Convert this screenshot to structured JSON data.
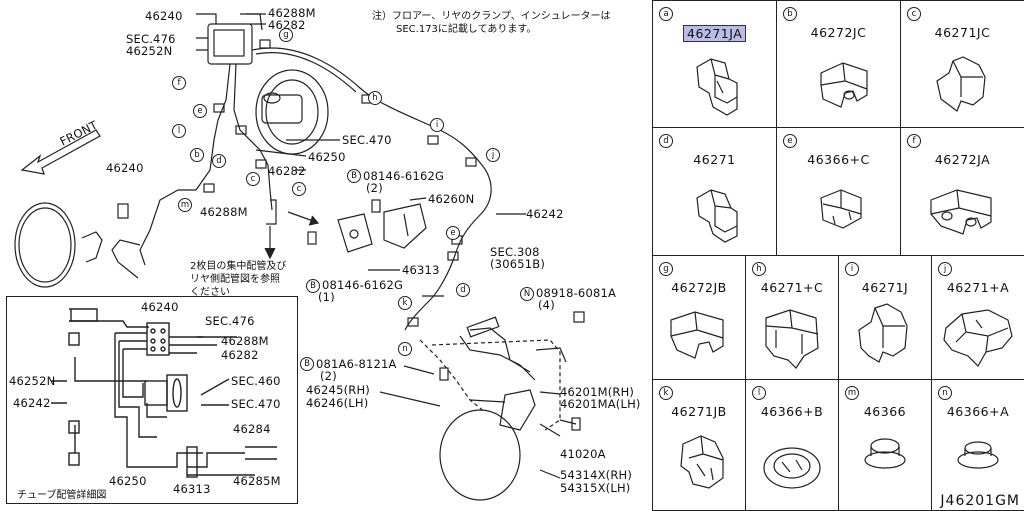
{
  "note": {
    "line1": "注）フロアー、リヤのクランプ、インシュレーターは",
    "line2": "SEC.173に記載してあります。"
  },
  "main_labels": {
    "p46240_top": "46240",
    "p46288M_top": "46288M",
    "p46282_top": "46282",
    "sec476": "SEC.476",
    "p46252N": "46252N",
    "sec470": "SEC.470",
    "p46250": "46250",
    "p46282_mid": "46282",
    "p46240_left": "46240",
    "p46288M_mid": "46288M",
    "bolt1": "08146-6162G",
    "bolt1_qty": "(2)",
    "p46260N": "46260N",
    "p46242": "46242",
    "p46313": "46313",
    "bolt2": "08146-6162G",
    "bolt2_qty": "(1)",
    "sec308": "SEC.308",
    "sec308_sub": "(30651B)",
    "nut": "08918-6081A",
    "nut_qty": "(4)",
    "bolt3": "081A6-8121A",
    "bolt3_qty": "(2)",
    "p46245": "46245(RH)",
    "p46246": "46246(LH)",
    "p46201M": "46201M(RH)",
    "p46201MA": "46201MA(LH)",
    "p41020A": "41020A",
    "p54314X": "54314X(RH)",
    "p54315X": "54315X(LH)",
    "front": "FRONT",
    "jp_note1": "2枚目の集中配管及び",
    "jp_note2": "リヤ側配管図を参照",
    "jp_note3": "ください",
    "bolt_prefix_B": "B",
    "bolt_prefix_N": "N"
  },
  "inset": {
    "p46240": "46240",
    "sec476": "SEC.476",
    "p46288M": "46288M",
    "p46282": "46282",
    "p46252N": "46252N",
    "sec460": "SEC.460",
    "p46242": "46242",
    "sec470": "SEC.470",
    "p46284": "46284",
    "p46250": "46250",
    "p46313": "46313",
    "p46285M": "46285M",
    "caption": "チューブ配管詳細図"
  },
  "callout_letters": [
    "a",
    "b",
    "c",
    "d",
    "e",
    "f",
    "g",
    "h",
    "i",
    "j",
    "k",
    "l",
    "m",
    "n"
  ],
  "parts_grid": [
    {
      "letter": "a",
      "part": "46271JA",
      "highlight": true
    },
    {
      "letter": "b",
      "part": "46272JC"
    },
    {
      "letter": "c",
      "part": "46271JC"
    },
    {
      "letter": "d",
      "part": "46271"
    },
    {
      "letter": "e",
      "part": "46366+C"
    },
    {
      "letter": "f",
      "part": "46272JA"
    },
    {
      "letter": "g",
      "part": "46272JB"
    },
    {
      "letter": "h",
      "part": "46271+C"
    },
    {
      "letter": "i",
      "part": "46271J"
    },
    {
      "letter": "j",
      "part": "46271+A"
    },
    {
      "letter": "k",
      "part": "46271JB"
    },
    {
      "letter": "l",
      "part": "46366+B"
    },
    {
      "letter": "m",
      "part": "46366"
    },
    {
      "letter": "n",
      "part": "46366+A"
    }
  ],
  "figure_code": "J46201GM",
  "colors": {
    "highlight": "#b7bde6",
    "line": "#222222"
  }
}
